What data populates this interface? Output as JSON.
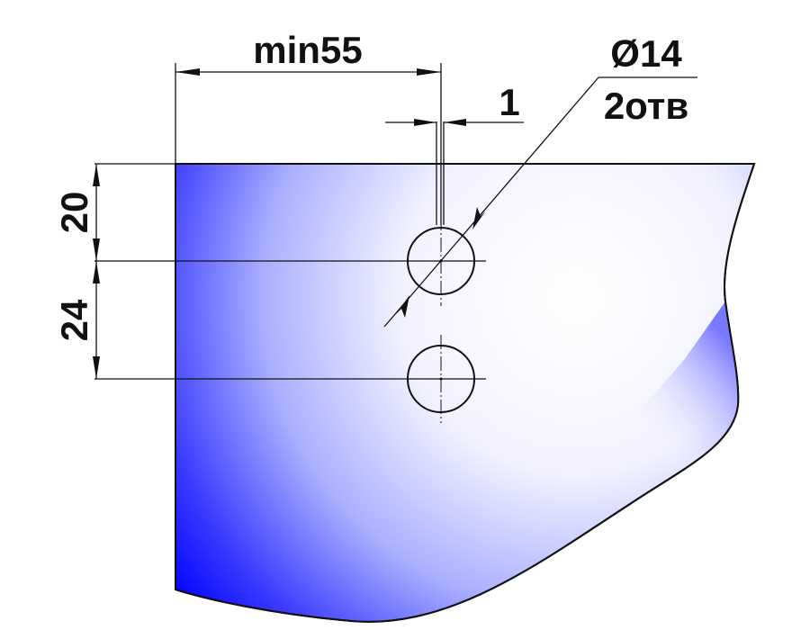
{
  "drawing": {
    "dimensions": {
      "width_label": "min55",
      "offset_label": "1",
      "diameter_label": "Ø14",
      "holes_label": "2отв",
      "top_offset_label": "20",
      "hole_spacing_label": "24"
    },
    "colors": {
      "panel_accent": "#0a0aff",
      "panel_light": "#ffffff",
      "line": "#111111"
    }
  }
}
